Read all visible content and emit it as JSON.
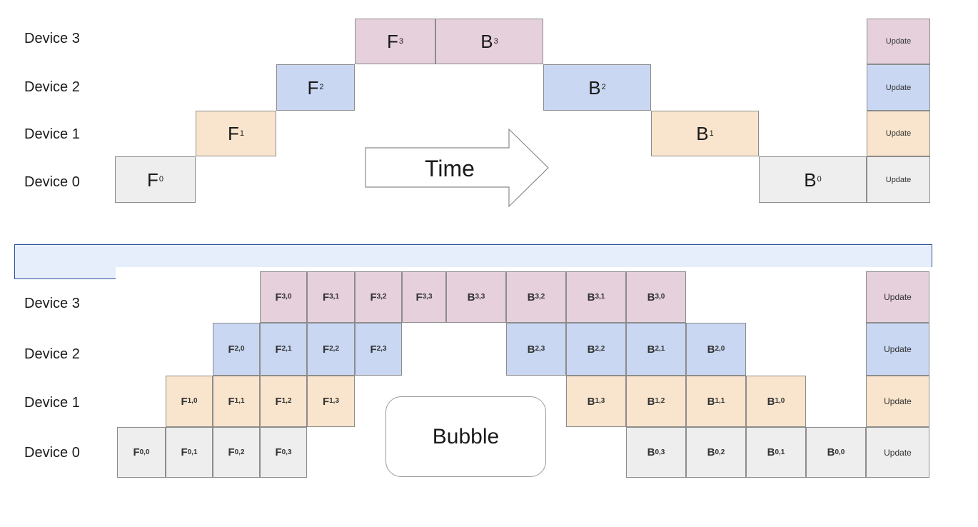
{
  "top_diagram": {
    "rows": [
      {
        "label": "Device 3"
      },
      {
        "label": "Device 2"
      },
      {
        "label": "Device 1"
      },
      {
        "label": "Device 0"
      }
    ],
    "forward_blocks": [
      {
        "base": "F",
        "sub": "0"
      },
      {
        "base": "F",
        "sub": "1"
      },
      {
        "base": "F",
        "sub": "2"
      },
      {
        "base": "F",
        "sub": "3"
      }
    ],
    "backward_blocks": [
      {
        "base": "B",
        "sub": "3"
      },
      {
        "base": "B",
        "sub": "2"
      },
      {
        "base": "B",
        "sub": "1"
      },
      {
        "base": "B",
        "sub": "0"
      }
    ],
    "update_label": "Update",
    "time_label": "Time"
  },
  "bottom_diagram": {
    "rows": [
      {
        "label": "Device 3"
      },
      {
        "label": "Device 2"
      },
      {
        "label": "Device 1"
      },
      {
        "label": "Device 0"
      }
    ],
    "forward_blocks": [
      {
        "base": "F",
        "sub": "0,0"
      },
      {
        "base": "F",
        "sub": "0,1"
      },
      {
        "base": "F",
        "sub": "0,2"
      },
      {
        "base": "F",
        "sub": "0,3"
      },
      {
        "base": "F",
        "sub": "1,0"
      },
      {
        "base": "F",
        "sub": "1,1"
      },
      {
        "base": "F",
        "sub": "1,2"
      },
      {
        "base": "F",
        "sub": "1,3"
      },
      {
        "base": "F",
        "sub": "2,0"
      },
      {
        "base": "F",
        "sub": "2,1"
      },
      {
        "base": "F",
        "sub": "2,2"
      },
      {
        "base": "F",
        "sub": "2,3"
      },
      {
        "base": "F",
        "sub": "3,0"
      },
      {
        "base": "F",
        "sub": "3,1"
      },
      {
        "base": "F",
        "sub": "3,2"
      },
      {
        "base": "F",
        "sub": "3,3"
      }
    ],
    "backward_blocks": [
      {
        "base": "B",
        "sub": "3,3"
      },
      {
        "base": "B",
        "sub": "3,2"
      },
      {
        "base": "B",
        "sub": "3,1"
      },
      {
        "base": "B",
        "sub": "3,0"
      },
      {
        "base": "B",
        "sub": "2,3"
      },
      {
        "base": "B",
        "sub": "2,2"
      },
      {
        "base": "B",
        "sub": "2,1"
      },
      {
        "base": "B",
        "sub": "2,0"
      },
      {
        "base": "B",
        "sub": "1,3"
      },
      {
        "base": "B",
        "sub": "1,2"
      },
      {
        "base": "B",
        "sub": "1,1"
      },
      {
        "base": "B",
        "sub": "1,0"
      },
      {
        "base": "B",
        "sub": "0,3"
      },
      {
        "base": "B",
        "sub": "0,2"
      },
      {
        "base": "B",
        "sub": "0,1"
      },
      {
        "base": "B",
        "sub": "0,0"
      }
    ],
    "update_label": "Update",
    "bubble_label": "Bubble"
  },
  "colors": {
    "device3": "#e6d0dc",
    "device2": "#c9d7f2",
    "device1": "#f9e5cd",
    "device0": "#eeeeee"
  }
}
